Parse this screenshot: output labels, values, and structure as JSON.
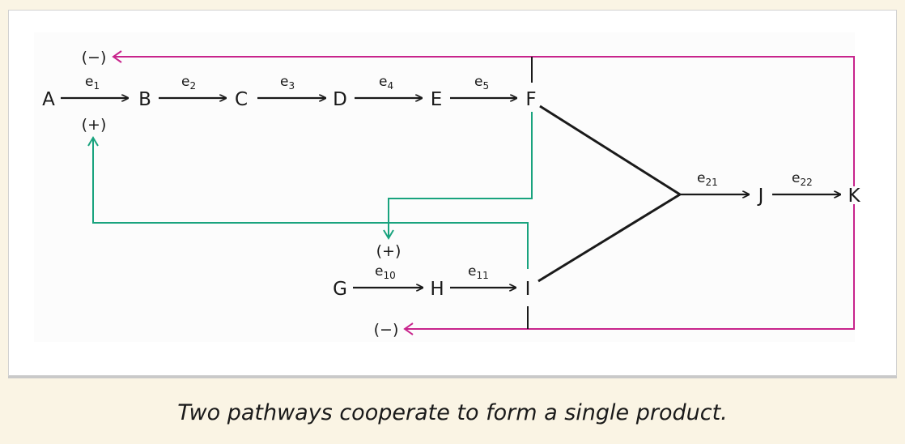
{
  "nodes": {
    "A": "A",
    "B": "B",
    "C": "C",
    "D": "D",
    "E": "E",
    "F": "F",
    "G": "G",
    "H": "H",
    "I": "I",
    "J": "J",
    "K": "K"
  },
  "enzymes": [
    {
      "base": "e",
      "sub": "1"
    },
    {
      "base": "e",
      "sub": "2"
    },
    {
      "base": "e",
      "sub": "3"
    },
    {
      "base": "e",
      "sub": "4"
    },
    {
      "base": "e",
      "sub": "5"
    },
    {
      "base": "e",
      "sub": "10"
    },
    {
      "base": "e",
      "sub": "11"
    },
    {
      "base": "e",
      "sub": "21"
    },
    {
      "base": "e",
      "sub": "22"
    }
  ],
  "signs": {
    "negative_top": "(−)",
    "positive_top": "(+)",
    "positive_mid": "(+)",
    "negative_bottom": "(−)"
  },
  "colors": {
    "pathway": "#1a1a1a",
    "activation": "#19a37e",
    "inhibition": "#c8248c"
  },
  "caption": "Two pathways cooperate to form a single product."
}
